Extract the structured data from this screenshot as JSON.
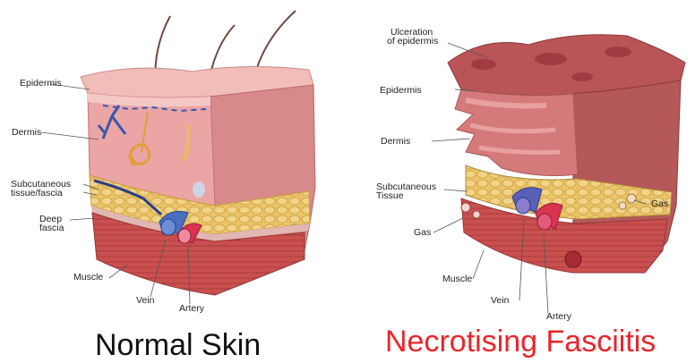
{
  "left_panel": {
    "title": "Normal Skin",
    "labels": {
      "epidermis": "Epidermis",
      "dermis": "Dermis",
      "subcutaneous_l1": "Subcutaneous",
      "subcutaneous_l2": "tissue/fascia",
      "deep_fascia_l1": "Deep",
      "deep_fascia_l2": "fascia",
      "muscle": "Muscle",
      "vein": "Vein",
      "artery": "Artery"
    }
  },
  "right_panel": {
    "title": "Necrotising Fasciitis",
    "title_color": "#e8262b",
    "labels": {
      "ulceration_l1": "Ulceration",
      "ulceration_l2": "of epidermis",
      "epidermis": "Epidermis",
      "dermis": "Dermis",
      "subcutaneous_l1": "Subcutaneous",
      "subcutaneous_l2": "Tissue",
      "gas_right": "Gas",
      "gas_left": "Gas",
      "muscle": "Muscle",
      "vein": "Vein",
      "artery": "Artery"
    }
  },
  "colors": {
    "skin": "#e9a7a6",
    "skin_dark": "#c9706f",
    "fat": "#e9c25e",
    "muscle": "#c9504f",
    "vein": "#4a6fc0",
    "artery": "#d93352"
  }
}
